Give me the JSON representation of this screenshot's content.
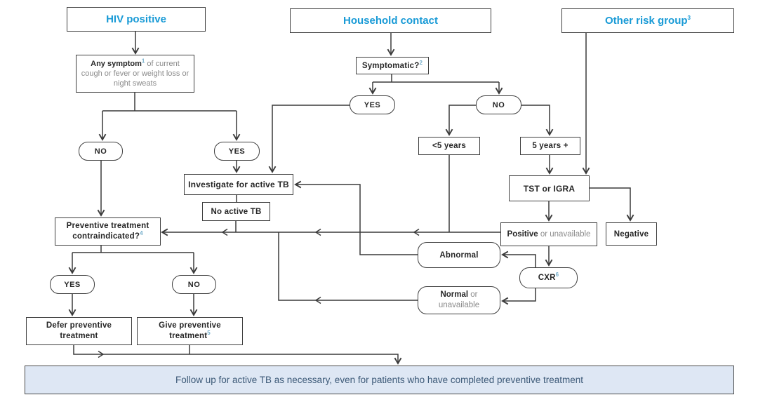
{
  "colors": {
    "accent_blue": "#189ad6",
    "line_color": "#3a3a3a",
    "dark_text": "#262626",
    "muted_text": "#8a8a8a",
    "superscript_color": "#74aecb",
    "footer_fill": "#dee7f4",
    "footer_text": "#3d5a78"
  },
  "nodes": {
    "hiv_positive": {
      "label": "HIV positive"
    },
    "household_contact": {
      "label": "Household contact"
    },
    "other_risk_group": {
      "label": "Other risk group",
      "sup": "3"
    },
    "any_symptom": {
      "bold": "Any symptom",
      "sup": "1",
      "rest": " of current cough or fever or weight loss or night sweats"
    },
    "symptomatic": {
      "bold": "Symptomatic?",
      "sup": "2"
    },
    "no_hiv": {
      "label": "NO"
    },
    "yes_hiv": {
      "label": "YES"
    },
    "yes_sympt": {
      "label": "YES"
    },
    "no_sympt": {
      "label": "NO"
    },
    "under_5": {
      "label": "<5 years"
    },
    "over_5": {
      "label": "5 years +"
    },
    "investigate": {
      "label": "Investigate for active TB"
    },
    "no_active_tb": {
      "label": "No active TB"
    },
    "tst_igra": {
      "label": "TST or IGRA"
    },
    "positive_unavailable": {
      "bold": "Positive",
      "rest": " or unavailable"
    },
    "negative": {
      "label": "Negative"
    },
    "contraindicated": {
      "bold": "Preventive treatment contraindicated?",
      "sup": "4"
    },
    "abnormal": {
      "label": "Abnormal"
    },
    "cxr": {
      "bold": "CXR",
      "sup": "6"
    },
    "normal_unavailable": {
      "bold": "Normal",
      "rest": " or unavailable"
    },
    "yes_contra": {
      "label": "YES"
    },
    "no_contra": {
      "label": "NO"
    },
    "defer_treatment": {
      "label": "Defer preventive treatment"
    },
    "give_treatment": {
      "bold": "Give preventive treatment",
      "sup": "5"
    },
    "follow_up": {
      "label": "Follow up for active TB as necessary, even for patients who have completed preventive treatment"
    }
  }
}
